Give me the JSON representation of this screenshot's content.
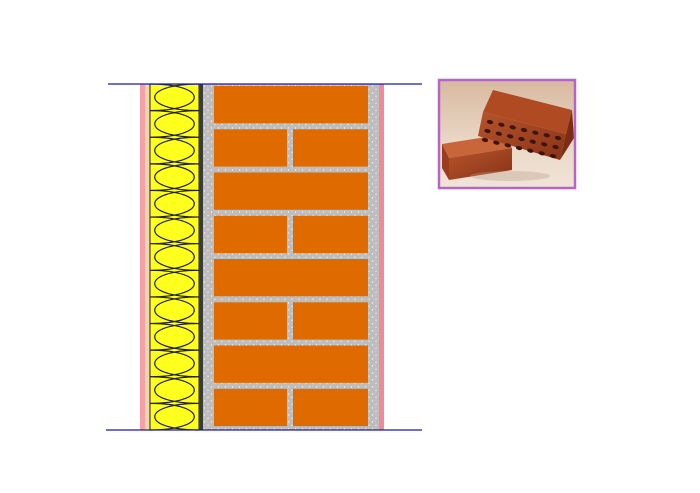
{
  "colors": {
    "background": "#ffffff",
    "guide_line": "#1a1aa8",
    "render_pink": "#f4a0a6",
    "render_beige": "#efd6b0",
    "insulation": "#ffff1e",
    "insulation_stroke": "#222222",
    "membrane": "#3a3a3a",
    "mortar": "#bdbdbd",
    "brick": "#df6a00",
    "inner_plaster_pink": "#f08a98",
    "photo_border": "#b564c8"
  },
  "wall": {
    "brick_courses": [
      {
        "type": "full"
      },
      {
        "type": "split"
      },
      {
        "type": "full"
      },
      {
        "type": "split"
      },
      {
        "type": "full"
      },
      {
        "type": "split"
      },
      {
        "type": "full"
      },
      {
        "type": "split"
      }
    ],
    "insulation_loops": 13
  },
  "photo": {
    "icon": "hollow-ceramic-brick-photo"
  }
}
